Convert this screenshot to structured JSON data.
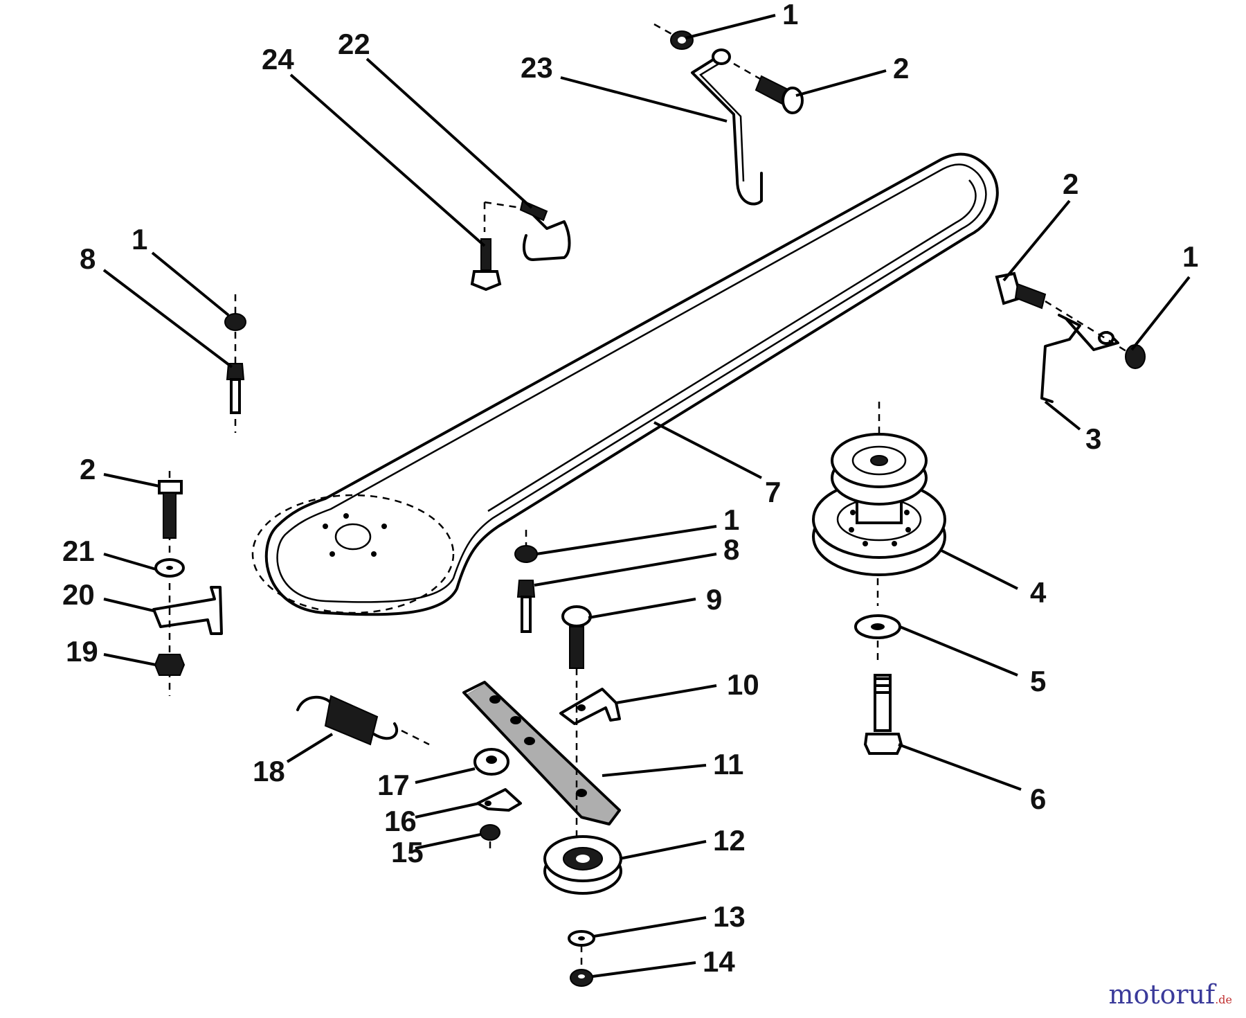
{
  "diagram": {
    "callouts": [
      "1",
      "2",
      "23",
      "24",
      "22",
      "1",
      "8",
      "2",
      "1",
      "3",
      "7",
      "4",
      "5",
      "6",
      "2",
      "21",
      "20",
      "19",
      "1",
      "8",
      "9",
      "10",
      "11",
      "12",
      "13",
      "14",
      "18",
      "17",
      "16",
      "15"
    ]
  },
  "watermark": {
    "brand": "motoruf",
    "tld": ".de"
  }
}
